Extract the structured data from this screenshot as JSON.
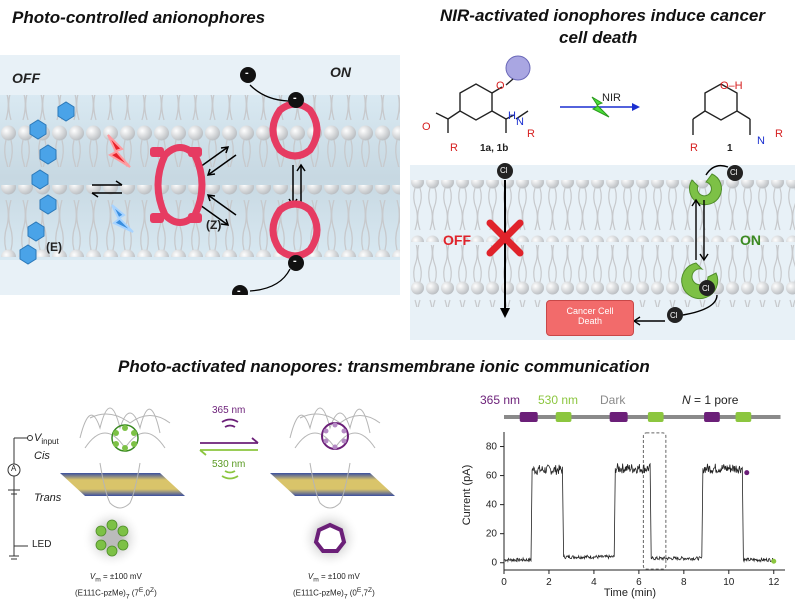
{
  "titles": {
    "top_left": "Photo-controlled anionophores",
    "top_right_line1": "NIR-activated ionophores induce cancer",
    "top_right_line2": "cell death",
    "bottom": "Photo-activated nanopores: transmembrane ionic communication"
  },
  "anionophores": {
    "off": "OFF",
    "on": "ON",
    "isomer_e": "(E)",
    "isomer_z": "(Z)",
    "anion": "-"
  },
  "nir": {
    "nir_label": "NIR",
    "compound_left": "1a, 1b",
    "compound_right": "1",
    "off": "OFF",
    "on": "ON",
    "chloride": "Cl",
    "cancer_box_line1": "Cancer Cell",
    "cancer_box_line2": "Death",
    "o": "O",
    "h": "H",
    "n": "N",
    "r": "R",
    "oh": "O–H"
  },
  "nanopore": {
    "v_input": "V",
    "v_input_sub": "input",
    "cis": "Cis",
    "trans": "Trans",
    "led": "LED",
    "ammeter": "A",
    "wl_365": "365 nm",
    "wl_530": "530 nm",
    "vm_left_1": "V",
    "vm_left_1b": "m",
    "vm_left_2": " = ±100 mV",
    "vm_left_3": "(E111C-pzMe)",
    "vm_left_3b": "7",
    "vm_left_4": " (7",
    "vm_left_4e": "E",
    "vm_left_4c": ",0",
    "vm_left_4z": "Z",
    "vm_left_4end": ")",
    "vm_right_3": "(E111C-pzMe)",
    "vm_right_4": " (0",
    "vm_right_4e": "E",
    "vm_right_4c": ",7",
    "vm_right_4z": "Z",
    "vm_right_4end": ")"
  },
  "chart_data": {
    "type": "line",
    "title": "",
    "xlabel": "Time (min)",
    "ylabel": "Current (pA)",
    "xlim": [
      0,
      12.5
    ],
    "ylim": [
      -5,
      90
    ],
    "xticks": [
      0,
      2,
      4,
      6,
      8,
      10,
      12
    ],
    "yticks": [
      0,
      20,
      40,
      60,
      80
    ],
    "legend": {
      "wl_365": "365 nm",
      "wl_530": "530 nm",
      "dark": "Dark",
      "pore_prefix": "N",
      "pore_suffix": "= 1 pore"
    },
    "colors": {
      "uv": "#6b1f78",
      "green": "#8cc63f",
      "dark": "#8a8a8a"
    },
    "light_segments": [
      {
        "state": "365",
        "start": 0.7,
        "end": 1.5
      },
      {
        "state": "530",
        "start": 2.3,
        "end": 3.0
      },
      {
        "state": "dark",
        "start": 3.0,
        "end": 4.6
      },
      {
        "state": "365",
        "start": 4.7,
        "end": 5.5
      },
      {
        "state": "530",
        "start": 6.4,
        "end": 7.1
      },
      {
        "state": "365",
        "start": 8.9,
        "end": 9.6
      },
      {
        "state": "530",
        "start": 10.3,
        "end": 11.0
      }
    ],
    "trace": [
      [
        0.0,
        2
      ],
      [
        1.2,
        2
      ],
      [
        1.25,
        64
      ],
      [
        2.6,
        64
      ],
      [
        2.65,
        4
      ],
      [
        4.9,
        4
      ],
      [
        4.95,
        65
      ],
      [
        6.5,
        65
      ],
      [
        6.55,
        3
      ],
      [
        8.8,
        3
      ],
      [
        8.85,
        65
      ],
      [
        10.6,
        65
      ],
      [
        10.65,
        2
      ],
      [
        12.0,
        2
      ]
    ],
    "end_markers": [
      {
        "x": 10.8,
        "y": 62,
        "state": "365"
      },
      {
        "x": 12.0,
        "y": 1,
        "state": "530"
      }
    ]
  }
}
